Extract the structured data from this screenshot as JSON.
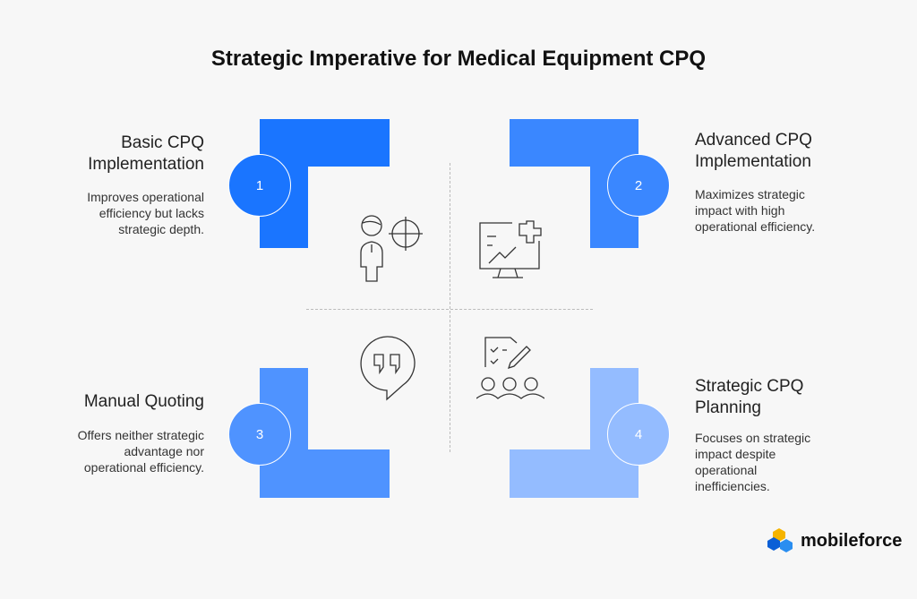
{
  "title": "Strategic Imperative for Medical Equipment CPQ",
  "quadrants": [
    {
      "number": "1",
      "heading_lines": [
        "Basic CPQ",
        "Implementation"
      ],
      "description_lines": [
        "Improves operational",
        "efficiency but lacks",
        "strategic depth."
      ],
      "color": "#1a75ff",
      "icon": "person-target-icon"
    },
    {
      "number": "2",
      "heading_lines": [
        "Advanced CPQ",
        "Implementation"
      ],
      "description_lines": [
        "Maximizes strategic",
        "impact with high",
        "operational efficiency."
      ],
      "color": "#3a87ff",
      "icon": "monitor-chart-plus-icon"
    },
    {
      "number": "3",
      "heading_lines": [
        "Manual Quoting"
      ],
      "description_lines": [
        "Offers neither strategic",
        "advantage nor",
        "operational efficiency."
      ],
      "color": "#4f93ff",
      "icon": "quote-bubble-icon"
    },
    {
      "number": "4",
      "heading_lines": [
        "Strategic CPQ",
        "Planning"
      ],
      "description_lines": [
        "Focuses on strategic",
        "impact despite",
        "operational",
        "inefficiencies."
      ],
      "color": "#94bcff",
      "icon": "team-checklist-icon"
    }
  ],
  "logo": {
    "text": "mobileforce"
  }
}
